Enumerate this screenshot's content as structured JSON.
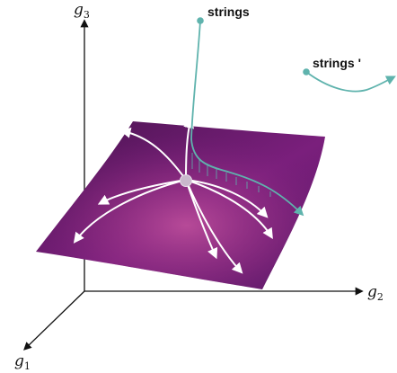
{
  "axes": {
    "g1": {
      "base": "g",
      "sub": "1"
    },
    "g2": {
      "base": "g",
      "sub": "2"
    },
    "g3": {
      "base": "g",
      "sub": "3"
    }
  },
  "callouts": {
    "strings": "strings",
    "strings_prime": "strings '"
  },
  "colors": {
    "surface_dark": "#4a1450",
    "surface_mid": "#7a1f7c",
    "surface_light": "#b0579a",
    "flow": "#ffffff",
    "string": "#5fb3ad",
    "center_node": "#c9b8cc",
    "axis": "#111111"
  }
}
